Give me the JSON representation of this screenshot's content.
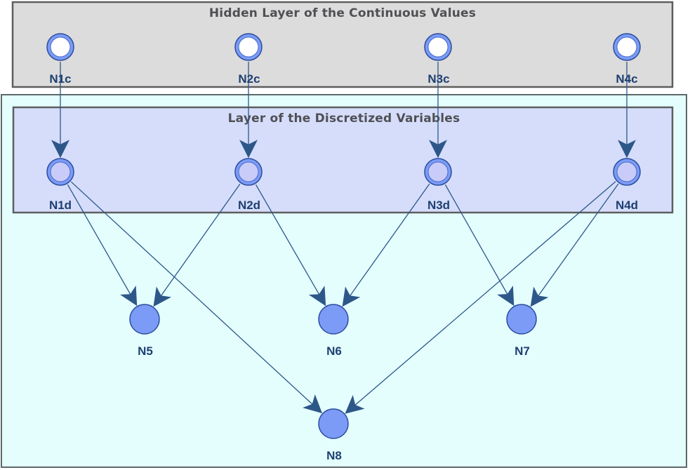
{
  "layers": {
    "hidden": {
      "title": "Hidden Layer of the Continuous Values"
    },
    "discretized": {
      "title": "Layer of the Discretized Variables"
    }
  },
  "nodes": {
    "n1c": {
      "label": "N1c"
    },
    "n2c": {
      "label": "N2c"
    },
    "n3c": {
      "label": "N3c"
    },
    "n4c": {
      "label": "N4c"
    },
    "n1d": {
      "label": "N1d"
    },
    "n2d": {
      "label": "N2d"
    },
    "n3d": {
      "label": "N3d"
    },
    "n4d": {
      "label": "N4d"
    },
    "n5": {
      "label": "N5"
    },
    "n6": {
      "label": "N6"
    },
    "n7": {
      "label": "N7"
    },
    "n8": {
      "label": "N8"
    }
  },
  "edges": [
    {
      "from": "n1c",
      "to": "n1d"
    },
    {
      "from": "n2c",
      "to": "n2d"
    },
    {
      "from": "n3c",
      "to": "n3d"
    },
    {
      "from": "n4c",
      "to": "n4d"
    },
    {
      "from": "n1d",
      "to": "n5"
    },
    {
      "from": "n1d",
      "to": "n8"
    },
    {
      "from": "n2d",
      "to": "n5"
    },
    {
      "from": "n2d",
      "to": "n6"
    },
    {
      "from": "n3d",
      "to": "n6"
    },
    {
      "from": "n3d",
      "to": "n7"
    },
    {
      "from": "n4d",
      "to": "n7"
    },
    {
      "from": "n4d",
      "to": "n8"
    }
  ],
  "colors": {
    "outer_fill": "#e4fefe",
    "outer_border": "#5d6868",
    "hidden_fill": "#dcdcdc",
    "hidden_border": "#5e5e5e",
    "disc_fill": "#d5ddfb",
    "disc_border": "#5e5e5e",
    "node_fill": "#7b9bf7",
    "node_stroke": "#2c4d9c",
    "hidden_node_inner": "#ffffff",
    "disc_node_inner": "#c9ccf9",
    "edge": "#2d5789"
  }
}
